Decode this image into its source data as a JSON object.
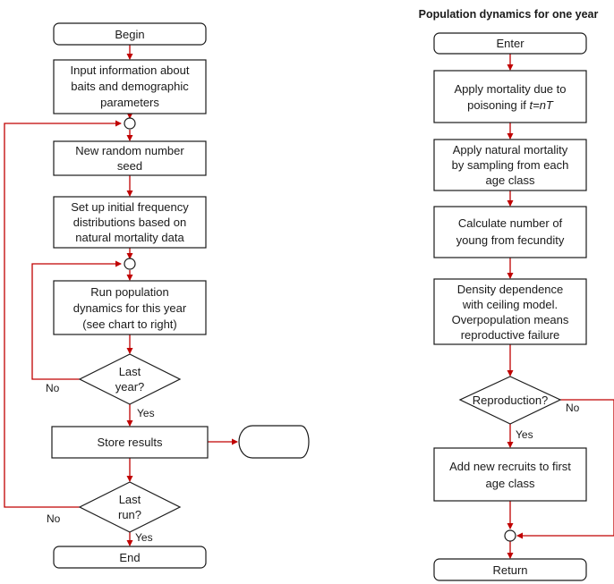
{
  "left": {
    "begin": "Begin",
    "input": [
      "Input information about",
      "baits and demographic",
      "parameters"
    ],
    "seed": [
      "New random number",
      "seed"
    ],
    "setup": [
      "Set up initial frequency",
      "distributions based on",
      "natural mortality data"
    ],
    "run": [
      "Run population",
      "dynamics for this year",
      "(see chart to right)"
    ],
    "last_year": [
      "Last",
      "year?"
    ],
    "store": "Store results",
    "last_run": [
      "Last",
      "run?"
    ],
    "end": "End",
    "yes1": "Yes",
    "no1": "No",
    "yes2": "Yes",
    "no2": "No"
  },
  "right": {
    "title": "Population dynamics for one year",
    "enter": "Enter",
    "mortality_line1": "Apply mortality due to",
    "mortality_line2_prefix": "poisoning if ",
    "mortality_math": "t=nT",
    "natural": [
      "Apply natural mortality",
      "by sampling from each",
      "age class"
    ],
    "young": [
      "Calculate number of",
      "young from fecundity"
    ],
    "density": [
      "Density dependence",
      "with ceiling model.",
      "Overpopulation means",
      "reproductive failure"
    ],
    "reproduction": "Reproduction?",
    "recruits": [
      "Add new recruits to first",
      "age class"
    ],
    "return": "Return",
    "yes": "Yes",
    "no": "No"
  },
  "colors": {
    "connector": "#c00000",
    "outline": "#1a1a1a"
  }
}
